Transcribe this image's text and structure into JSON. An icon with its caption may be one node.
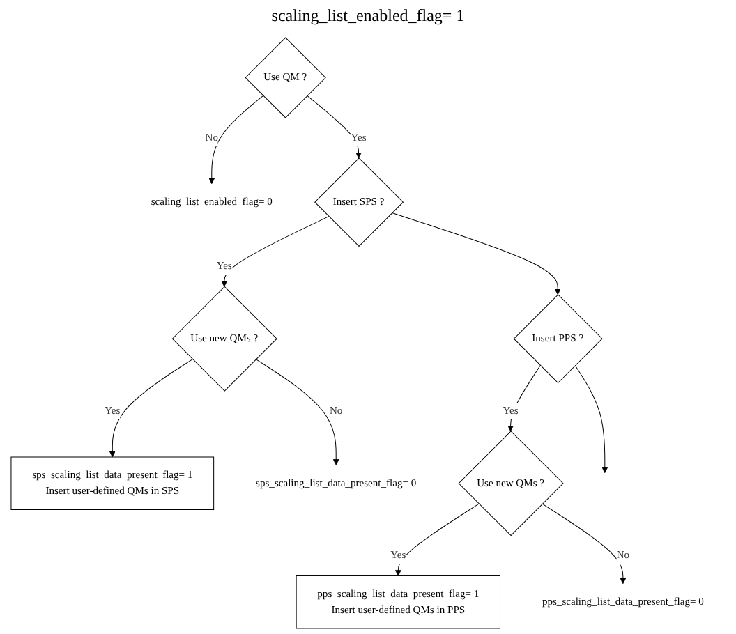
{
  "diagram": {
    "nodes": [
      {
        "text": [
          "Use QM ?"
        ]
      },
      {
        "text": [
          "scaling_list_enabled_flag= 0"
        ]
      },
      {
        "text": [
          "Insert SPS ?"
        ]
      },
      {
        "text": [
          "Use new QMs ?"
        ]
      },
      {
        "text": [
          "sps_scaling_list_data_present_flag= 1",
          "Insert user-defined QMs in SPS"
        ]
      },
      {
        "text": [
          "sps_scaling_list_data_present_flag= 0"
        ]
      },
      {
        "text": [
          "Insert PPS ?"
        ]
      },
      {
        "text": [
          "Use new QMs ?"
        ]
      },
      {
        "text": [
          "pps_scaling_list_data_present_flag= 1",
          "Insert user-defined QMs in PPS"
        ]
      },
      {
        "text": [
          "pps_scaling_list_data_present_flag= 0"
        ]
      }
    ],
    "edges": [
      {
        "from": 0,
        "to": 1,
        "arrow": "to",
        "label": "No"
      },
      {
        "from": 0,
        "to": 2,
        "arrow": "to",
        "label": "Yes"
      },
      {
        "from": 2,
        "to": 3,
        "arrow": "to",
        "label": "Yes"
      },
      {
        "from": 3,
        "to": 4,
        "arrow": "to",
        "label": "Yes"
      },
      {
        "from": 3,
        "to": 5,
        "arrow": "to",
        "label": "No"
      },
      {
        "from": 2,
        "to": 6,
        "arrow": "to"
      },
      {
        "from": 6,
        "to": 7,
        "arrow": "to",
        "label": "Yes"
      },
      {
        "from": 7,
        "to": 8,
        "arrow": "to",
        "label": "Yes"
      },
      {
        "from": 7,
        "to": 9,
        "arrow": "to",
        "label": "No"
      },
      {
        "from": 6,
        "to": null,
        "arrow": "to"
      }
    ],
    "labels": [
      "scaling_list_enabled_flag= 1"
    ]
  }
}
